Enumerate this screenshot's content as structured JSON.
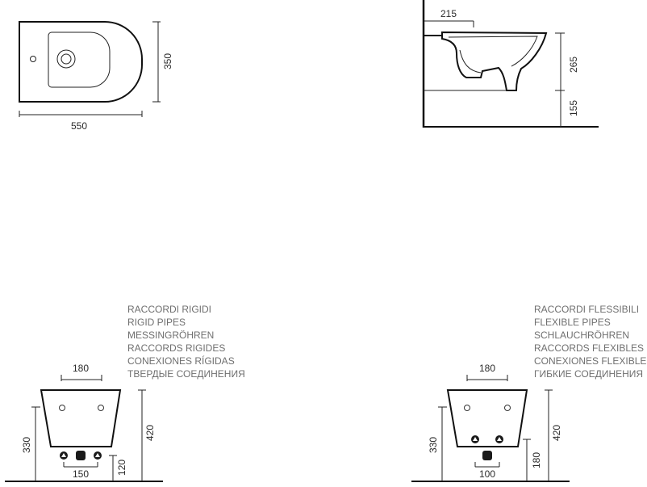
{
  "top_view": {
    "width_dim": "550",
    "depth_dim": "350"
  },
  "side_view": {
    "offset_dim": "215",
    "height_dim": "265",
    "floor_dim": "155"
  },
  "rigid_view": {
    "legend": [
      "RACCORDI RIGIDI",
      "RIGID PIPES",
      "MESSINGRÖHREN",
      "RACCORDS RIGIDES",
      "CONEXIONES RÍGIDAS",
      "ТВЕРДЫЕ СОЕДИНЕНИЯ"
    ],
    "top_width_dim": "180",
    "height_dim": "420",
    "left_height_dim": "330",
    "pipe_spacing_dim": "150",
    "pipe_height_dim": "120"
  },
  "flexible_view": {
    "legend": [
      "RACCORDI FLESSIBILI",
      "FLEXIBLE PIPES",
      "SCHLAUCHRÖHREN",
      "RACCORDS FLEXIBLES",
      "CONEXIONES FLEXIBLES",
      "ГИБКИЕ СОЕДИНЕНИЯ"
    ],
    "top_width_dim": "180",
    "height_dim": "420",
    "left_height_dim": "330",
    "pipe_spacing_dim": "100",
    "pipe_height_dim": "180"
  }
}
